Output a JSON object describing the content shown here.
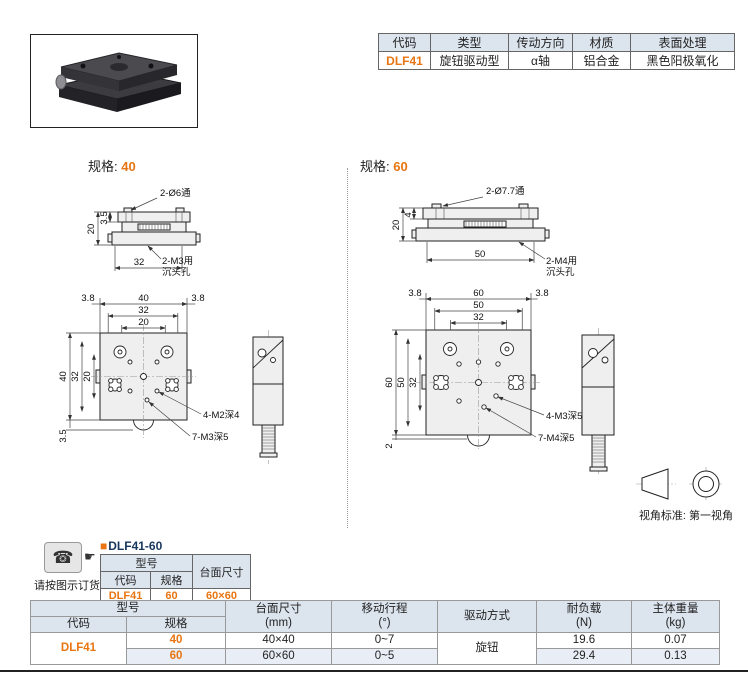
{
  "colors": {
    "accent": "#e87511",
    "header_bg": "#dce4ee",
    "alt_row": "#e9eef6"
  },
  "top_table": {
    "headers": [
      "代码",
      "类型",
      "传动方向",
      "材质",
      "表面处理"
    ],
    "values": [
      "DLF41",
      "旋钮驱动型",
      "α轴",
      "铝合金",
      "黑色阳极氧化"
    ]
  },
  "spec40": {
    "label": "规格:",
    "value": "40",
    "side": {
      "hole_label": "2-Ø6通",
      "height": "20",
      "top_thickness": "3.5",
      "bottom_width": "32",
      "csk_line1": "2-M3用",
      "csk_line2": "沉头孔"
    },
    "plan": {
      "offset_left": "3.8",
      "offset_right": "3.8",
      "top_dims": [
        "40",
        "32",
        "20"
      ],
      "left_dims": [
        "40",
        "32",
        "20"
      ],
      "knob_dim": "3.5",
      "leader_a": "4-M2深4",
      "leader_b": "7-M3深5"
    }
  },
  "spec60": {
    "label": "规格:",
    "value": "60",
    "side": {
      "hole_label": "2-Ø7.7通",
      "height": "20",
      "top_thickness": "4",
      "bottom_width": "50",
      "csk_line1": "2-M4用",
      "csk_line2": "沉头孔"
    },
    "plan": {
      "offset_left": "3.8",
      "offset_right": "3.8",
      "top_dims": [
        "60",
        "50",
        "32"
      ],
      "left_dims": [
        "60",
        "50",
        "32"
      ],
      "knob_dim": "2",
      "leader_a": "4-M3深5",
      "leader_b": "7-M4深5"
    }
  },
  "view_standard": {
    "label": "视角标准: 第一视角"
  },
  "order": {
    "phone_icon": "☎",
    "pointer": "☛",
    "note": "请按图示订货",
    "title_marker": "■",
    "title": "DLF41-60",
    "mini_table": {
      "model": "型号",
      "code": "代码",
      "spec": "规格",
      "surface": "台面尺寸",
      "value_code": "DLF41",
      "value_spec": "60",
      "value_surface": "60×60"
    }
  },
  "main_table": {
    "h_model": "型号",
    "h_code": "代码",
    "h_spec": "规格",
    "h_surface": [
      "台面尺寸",
      "(mm)"
    ],
    "h_travel": [
      "移动行程",
      "(°)"
    ],
    "h_drive": "驱动方式",
    "h_load": [
      "耐负载",
      "(N)"
    ],
    "h_weight": [
      "主体重量",
      "(kg)"
    ],
    "code": "DLF41",
    "drive": "旋钮",
    "rows": [
      {
        "spec": "40",
        "surface": "40×40",
        "travel": "0~7",
        "load": "19.6",
        "weight": "0.07"
      },
      {
        "spec": "60",
        "surface": "60×60",
        "travel": "0~5",
        "load": "29.4",
        "weight": "0.13"
      }
    ]
  }
}
